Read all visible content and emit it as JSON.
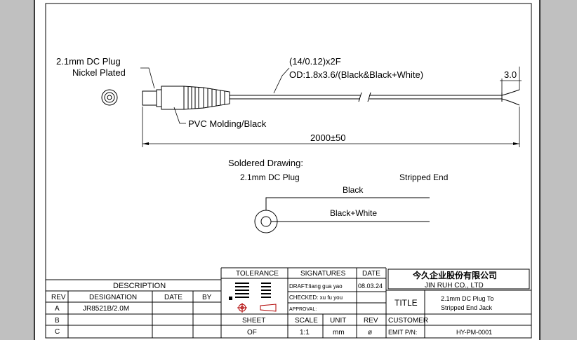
{
  "drawing": {
    "plug_label_line1": "2.1mm DC Plug",
    "plug_label_line2": "Nickel Plated",
    "cable_spec_line1": "(14/0.12)x2F",
    "cable_spec_line2": "OD:1.8x3.6/(Black&Black+White)",
    "strip_length": "3.0",
    "molding_label": "PVC Molding/Black",
    "overall_length": "2000±50"
  },
  "soldered": {
    "title": "Soldered Drawing:",
    "plug_label": "2.1mm DC Plug",
    "end_label": "Stripped End",
    "wire1": "Black",
    "wire2": "Black+White"
  },
  "title_block": {
    "tolerance_header": "TOLERANCE",
    "signatures_header": "SIGNATURES",
    "date_header": "DATE",
    "drafter": "DRAFT:liang gua yao",
    "draft_date": "08.03.24",
    "checker": "CHECKED: xu fu you",
    "approval": "APPROVAL:",
    "company_cn": "今久企业股份有限公司",
    "company_en": "JIN RUH CO., LTD",
    "title_label": "TITLE",
    "title_line1": "2.1mm DC Plug To",
    "title_line2": "Stripped End Jack",
    "customer_label": "CUSTOMER",
    "part_label": "EMIT P/N:",
    "part_number": "HY-PM-0001",
    "description_header": "DESCRIPTION",
    "rev_header": "REV",
    "designation_header": "DESIGNATION",
    "date_col_header": "DATE",
    "by_header": "BY",
    "rows": [
      {
        "rev": "A",
        "designation": "JR8521B/2.0M"
      },
      {
        "rev": "B",
        "designation": ""
      },
      {
        "rev": "C",
        "designation": ""
      }
    ],
    "sheet_header": "SHEET",
    "scale_header": "SCALE",
    "unit_header": "UNIT",
    "rev_col_header": "REV",
    "sheet_value": "OF",
    "scale_value": "1:1",
    "unit_value": "mm",
    "rev_value": "ø"
  }
}
